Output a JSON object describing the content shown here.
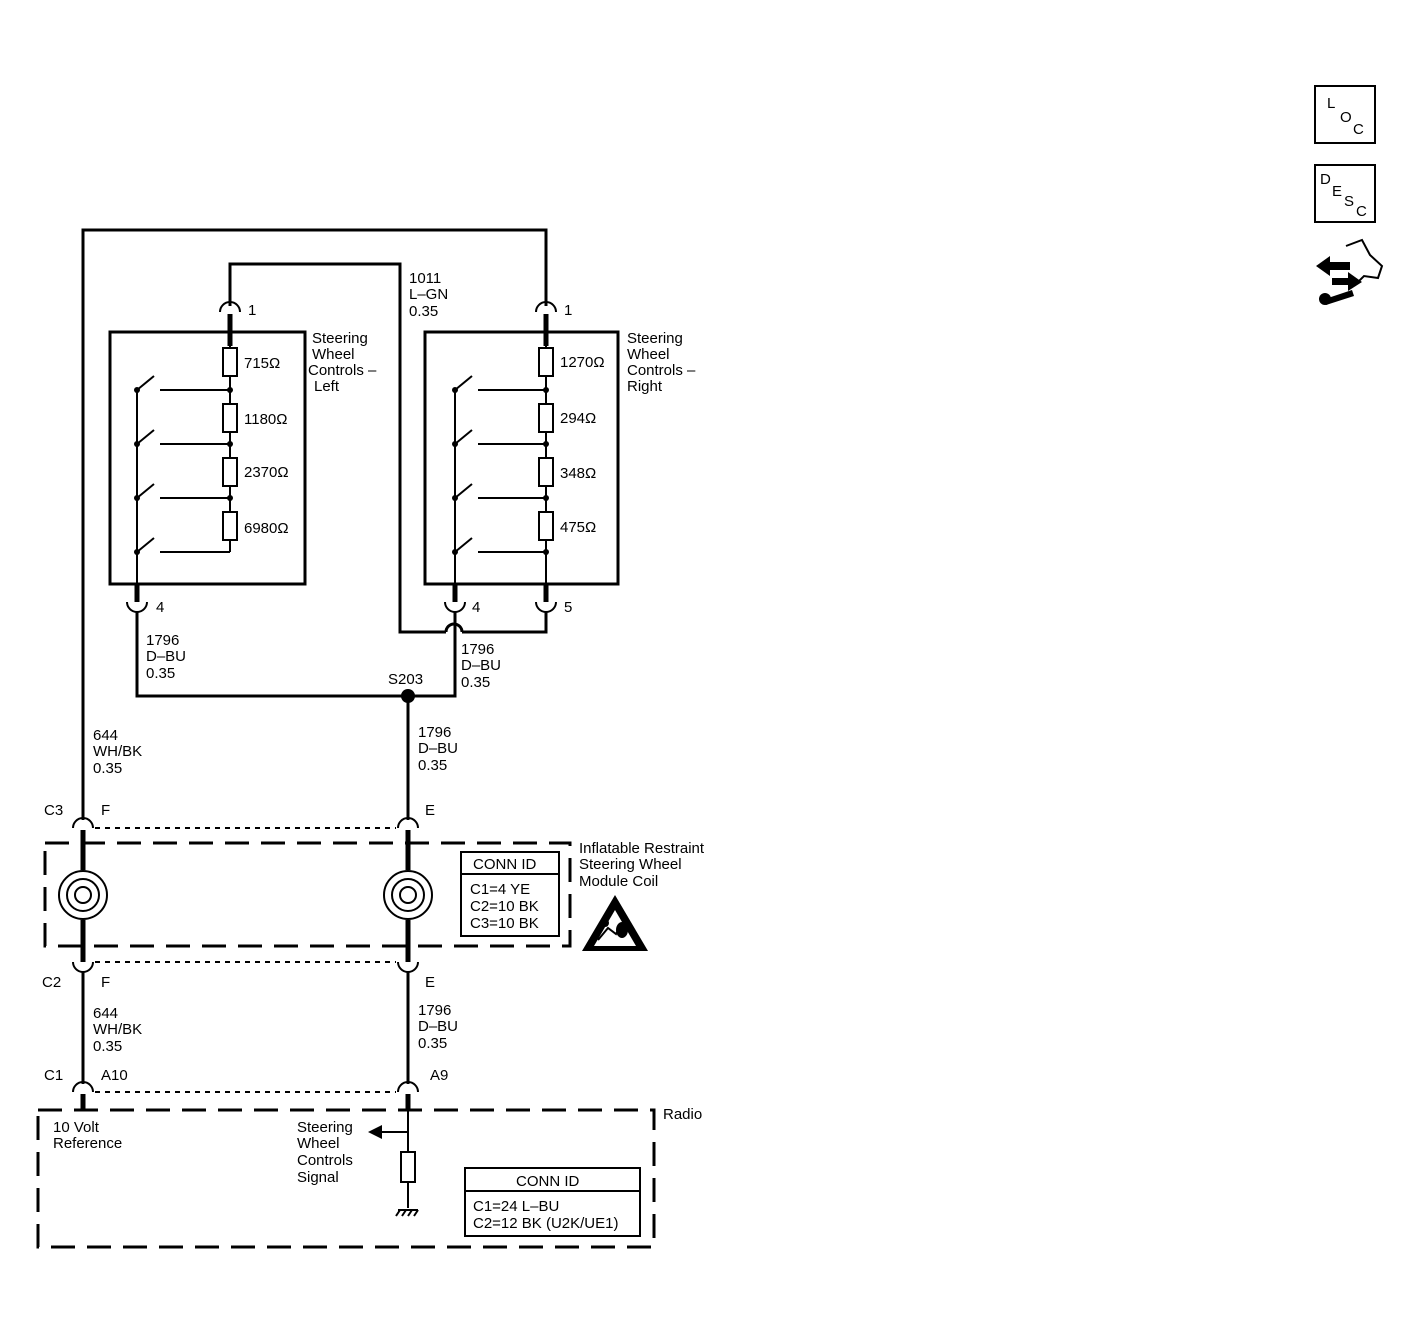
{
  "nav_icons": {
    "loc": [
      "L",
      "O",
      "C"
    ],
    "desc": [
      "D",
      "E",
      "S",
      "C"
    ]
  },
  "left_module": {
    "title_lines": [
      "Steering",
      "Wheel",
      "Controls –",
      "Left"
    ],
    "pin_top": "1",
    "pin_bottom": "4",
    "resistors": [
      "715Ω",
      "1180Ω",
      "2370Ω",
      "6980Ω"
    ]
  },
  "right_module": {
    "title_lines": [
      "Steering",
      "Wheel",
      "Controls –",
      "Right"
    ],
    "pin_top": "1",
    "pin_bottom_a": "4",
    "pin_bottom_b": "5",
    "resistors": [
      "1270Ω",
      "294Ω",
      "348Ω",
      "475Ω"
    ]
  },
  "wires": {
    "lgn": [
      "1011",
      "L–GN",
      "0.35"
    ],
    "dbu_left": [
      "1796",
      "D–BU",
      "0.35"
    ],
    "dbu_right": [
      "1796",
      "D–BU",
      "0.35"
    ],
    "dbu_main": [
      "1796",
      "D–BU",
      "0.35"
    ],
    "whbk_upper": [
      "644",
      "WH/BK",
      "0.35"
    ],
    "whbk_lower": [
      "644",
      "WH/BK",
      "0.35"
    ],
    "dbu_lower": [
      "1796",
      "D–BU",
      "0.35"
    ]
  },
  "splice": "S203",
  "coil_module": {
    "conn_top_name": "C3",
    "conn_bottom_name": "C2",
    "pin_left": "F",
    "pin_right": "E",
    "pin_left_b": "F",
    "pin_right_b": "E",
    "title_lines": [
      "Inflatable Restraint",
      "Steering Wheel",
      "Module Coil"
    ],
    "conn_id": {
      "header": "CONN ID",
      "rows": [
        "C1=4 YE",
        "C2=10 BK",
        "C3=10 BK"
      ]
    }
  },
  "radio": {
    "conn_name": "C1",
    "pin_left": "A10",
    "pin_right": "A9",
    "title": "Radio",
    "ref_lines": [
      "10 Volt",
      "Reference"
    ],
    "signal_lines": [
      "Steering",
      "Wheel",
      "Controls",
      "Signal"
    ],
    "conn_id": {
      "header": "CONN ID",
      "rows": [
        "C1=24 L–BU",
        "C2=12 BK (U2K/UE1)"
      ]
    }
  }
}
